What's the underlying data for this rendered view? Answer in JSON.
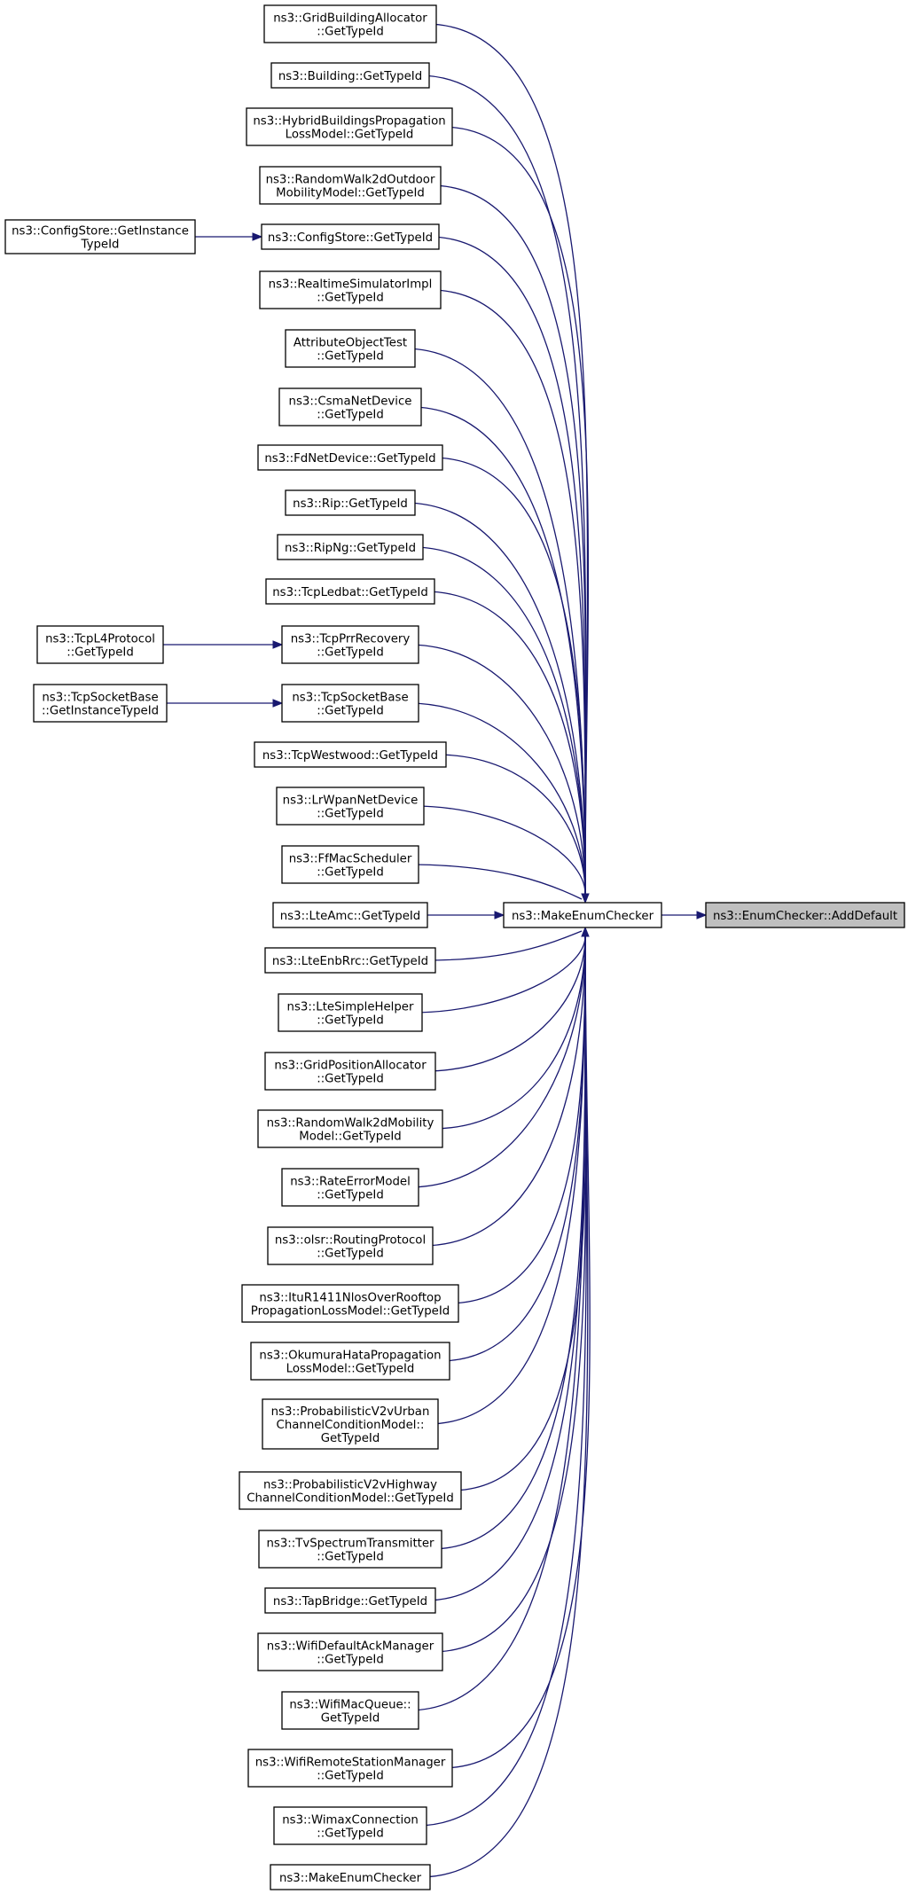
{
  "graph": {
    "target": {
      "id": "adddefault",
      "lines": [
        "ns3::EnumChecker::AddDefault"
      ]
    },
    "hub": {
      "id": "makeenumchecker",
      "lines": [
        "ns3::MakeEnumChecker"
      ]
    },
    "callers": [
      {
        "id": "gridbuildingallocator",
        "lines": [
          "ns3::GridBuildingAllocator",
          "::GetTypeId"
        ]
      },
      {
        "id": "building",
        "lines": [
          "ns3::Building::GetTypeId"
        ]
      },
      {
        "id": "hybridbuildings",
        "lines": [
          "ns3::HybridBuildingsPropagation",
          "LossModel::GetTypeId"
        ]
      },
      {
        "id": "randomwalk2doutdoor",
        "lines": [
          "ns3::RandomWalk2dOutdoor",
          "MobilityModel::GetTypeId"
        ]
      },
      {
        "id": "configstore",
        "lines": [
          "ns3::ConfigStore::GetTypeId"
        ]
      },
      {
        "id": "realtimesimulatorimpl",
        "lines": [
          "ns3::RealtimeSimulatorImpl",
          "::GetTypeId"
        ]
      },
      {
        "id": "attributeobjecttest",
        "lines": [
          "AttributeObjectTest",
          "::GetTypeId"
        ]
      },
      {
        "id": "csmanetdevice",
        "lines": [
          "ns3::CsmaNetDevice",
          "::GetTypeId"
        ]
      },
      {
        "id": "fdnetdevice",
        "lines": [
          "ns3::FdNetDevice::GetTypeId"
        ]
      },
      {
        "id": "rip",
        "lines": [
          "ns3::Rip::GetTypeId"
        ]
      },
      {
        "id": "ripng",
        "lines": [
          "ns3::RipNg::GetTypeId"
        ]
      },
      {
        "id": "tcpledbat",
        "lines": [
          "ns3::TcpLedbat::GetTypeId"
        ]
      },
      {
        "id": "tcpprrrecovery",
        "lines": [
          "ns3::TcpPrrRecovery",
          "::GetTypeId"
        ]
      },
      {
        "id": "tcpsocketbase",
        "lines": [
          "ns3::TcpSocketBase",
          "::GetTypeId"
        ]
      },
      {
        "id": "tcpwestwood",
        "lines": [
          "ns3::TcpWestwood::GetTypeId"
        ]
      },
      {
        "id": "lrwpannetdevice",
        "lines": [
          "ns3::LrWpanNetDevice",
          "::GetTypeId"
        ]
      },
      {
        "id": "ffmacscheduler",
        "lines": [
          "ns3::FfMacScheduler",
          "::GetTypeId"
        ]
      },
      {
        "id": "lteamc",
        "lines": [
          "ns3::LteAmc::GetTypeId"
        ]
      },
      {
        "id": "lteenbrrc",
        "lines": [
          "ns3::LteEnbRrc::GetTypeId"
        ]
      },
      {
        "id": "ltesimplehelper",
        "lines": [
          "ns3::LteSimpleHelper",
          "::GetTypeId"
        ]
      },
      {
        "id": "gridpositionallocator",
        "lines": [
          "ns3::GridPositionAllocator",
          "::GetTypeId"
        ]
      },
      {
        "id": "randomwalk2dmobility",
        "lines": [
          "ns3::RandomWalk2dMobility",
          "Model::GetTypeId"
        ]
      },
      {
        "id": "rateerrormodel",
        "lines": [
          "ns3::RateErrorModel",
          "::GetTypeId"
        ]
      },
      {
        "id": "olsrroutingprotocol",
        "lines": [
          "ns3::olsr::RoutingProtocol",
          "::GetTypeId"
        ]
      },
      {
        "id": "itur1411",
        "lines": [
          "ns3::ItuR1411NlosOverRooftop",
          "PropagationLossModel::GetTypeId"
        ]
      },
      {
        "id": "okumurahata",
        "lines": [
          "ns3::OkumuraHataPropagation",
          "LossModel::GetTypeId"
        ]
      },
      {
        "id": "probv2vurban",
        "lines": [
          "ns3::ProbabilisticV2vUrban",
          "ChannelConditionModel::",
          "GetTypeId"
        ]
      },
      {
        "id": "probv2vhighway",
        "lines": [
          "ns3::ProbabilisticV2vHighway",
          "ChannelConditionModel::GetTypeId"
        ]
      },
      {
        "id": "tvspectrumtransmitter",
        "lines": [
          "ns3::TvSpectrumTransmitter",
          "::GetTypeId"
        ]
      },
      {
        "id": "tapbridge",
        "lines": [
          "ns3::TapBridge::GetTypeId"
        ]
      },
      {
        "id": "wifidefaultackmanager",
        "lines": [
          "ns3::WifiDefaultAckManager",
          "::GetTypeId"
        ]
      },
      {
        "id": "wifimacqueue",
        "lines": [
          "ns3::WifiMacQueue::",
          "GetTypeId"
        ]
      },
      {
        "id": "wifiremotestationmanager",
        "lines": [
          "ns3::WifiRemoteStationManager",
          "::GetTypeId"
        ]
      },
      {
        "id": "wimaxconnection",
        "lines": [
          "ns3::WimaxConnection",
          "::GetTypeId"
        ]
      },
      {
        "id": "makeenumchecker-leaf",
        "lines": [
          "ns3::MakeEnumChecker"
        ]
      }
    ],
    "second_level": [
      {
        "id": "configstore-getinstancetypeid",
        "lines": [
          "ns3::ConfigStore::GetInstance",
          "TypeId"
        ],
        "calls": "configstore"
      },
      {
        "id": "tcpl4protocol",
        "lines": [
          "ns3::TcpL4Protocol",
          "::GetTypeId"
        ],
        "calls": "tcpprrrecovery"
      },
      {
        "id": "tcpsocketbase-getinstancetypeid",
        "lines": [
          "ns3::TcpSocketBase",
          "::GetInstanceTypeId"
        ],
        "calls": "tcpsocketbase"
      }
    ],
    "colors": {
      "edge": "#191970",
      "highlight_fill": "#bfbfbf",
      "border": "#000000"
    }
  }
}
